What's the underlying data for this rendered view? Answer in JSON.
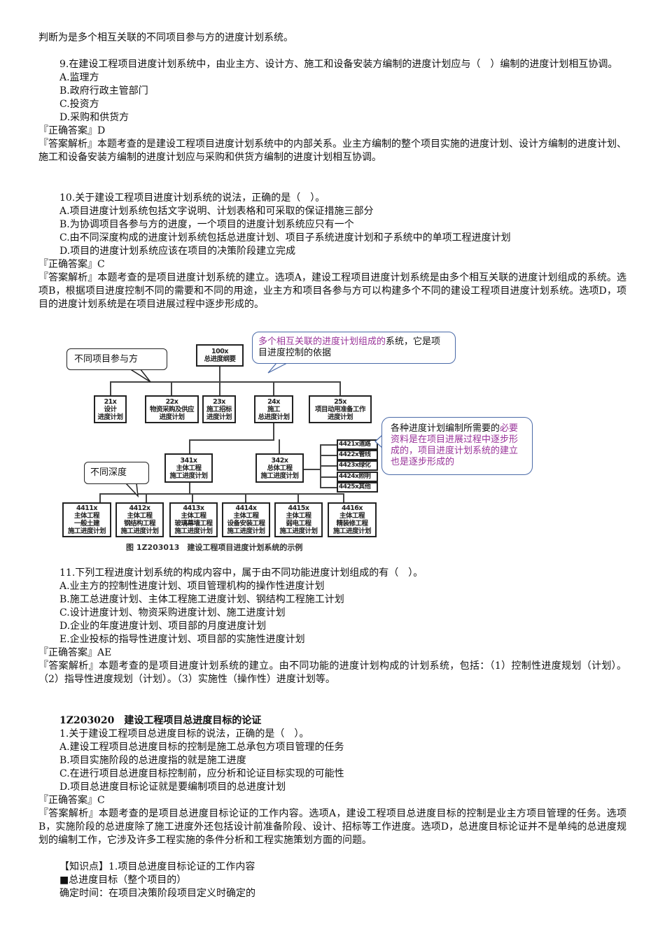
{
  "top_line": "判断为是多个相互关联的不同项目参与方的进度计划系统。",
  "q9": {
    "question": "9.在建设工程项目进度计划系统中，由业主方、设计方、施工和设备安装方编制的进度计划应与（　）编制的进度计划相互协调。",
    "options": [
      "A.监理方",
      "B.政府行政主管部门",
      "C.投资方",
      "D.采购和供货方"
    ],
    "answer": "『正确答案』D",
    "analysis": "『答案解析』本题考查的是建设工程项目进度计划系统中的内部关系。业主方编制的整个项目实施的进度计划、设计方编制的进度计划、施工和设备安装方编制的进度计划应与采购和供货方编制的进度计划相互协调。"
  },
  "q10": {
    "question": "10.关于建设工程项目进度计划系统的说法，正确的是（　）。",
    "options": [
      "A.项目进度计划系统包括文字说明、计划表格和可采取的保证措施三部分",
      "B.为协调项目各参与方的进度，一个项目的进度计划系统应只有一个",
      "C.由不同深度构成的进度计划系统包括总进度计划、项目子系统进度计划和子系统中的单项工程进度计划",
      "D.项目的进度计划系统应该在项目的决策阶段建立完成"
    ],
    "answer": "『正确答案』C",
    "analysis": "『答案解析』本题考查的是项目进度计划系统的建立。选项A，建设工程项目进度计划系统是由多个相互关联的进度计划组成的系统。选项B，根据项目进度控制不同的需要和不同的用途，业主方和项目各参与方可以构建多个不同的建设工程项目进度计划系统。选项D，项目的进度计划系统是在项目进展过程中逐步形成的。"
  },
  "diagram": {
    "callout_parties": "不同项目参与方",
    "callout_system_purple": "多个相互关联的进度计划组成的",
    "callout_system_rest": "系统，它是项目进度控制的依据",
    "callout_depth": "不同深度",
    "callout_data_black": "各种进度计划编制所需要的",
    "callout_data_purple": "必要资料是在项目进展过程中逐步形成的，项目进度计划系统的建立也是逐步形成的",
    "root": [
      "100x",
      "总进度纲要"
    ],
    "level2": [
      [
        "21x",
        "设计",
        "进度计划"
      ],
      [
        "22x",
        "物资采购及供应",
        "进度计划"
      ],
      [
        "23x",
        "施工招标",
        "进度计划"
      ],
      [
        "24x",
        "施工",
        "总进度计划"
      ],
      [
        "25x",
        "项目动用准备工作",
        "进度计划"
      ]
    ],
    "level3": [
      [
        "341x",
        "主体工程",
        "施工进度计划"
      ],
      [
        "342x",
        "总体工程",
        "施工进度计划"
      ]
    ],
    "side": [
      "4421x道路",
      "4422x管线",
      "4423x绿化",
      "4424x照明",
      "4425x其他"
    ],
    "level4": [
      [
        "4411x",
        "主体工程",
        "一般土建",
        "施工进度计划"
      ],
      [
        "4412x",
        "主体工程",
        "钢结构工程",
        "施工进度计划"
      ],
      [
        "4413x",
        "主体工程",
        "玻璃幕墙工程",
        "施工进度计划"
      ],
      [
        "4414x",
        "主体工程",
        "设备安装工程",
        "施工进度计划"
      ],
      [
        "4415x",
        "主体工程",
        "弱电工程",
        "施工进度计划"
      ],
      [
        "4416x",
        "主体工程",
        "精装修工程",
        "施工进度计划"
      ]
    ],
    "caption": "图 1Z203013　建设工程项目进度计划系统的示例"
  },
  "q11": {
    "question": "11.下列工程进度计划系统的构成内容中，属于由不同功能进度计划组成的有（　）。",
    "options": [
      "A.业主方的控制性进度计划、项目管理机构的操作性进度计划",
      "B.施工总进度计划、主体工程施工进度计划、钢结构工程施工计划",
      "C.设计进度计划、物资采购进度计划、施工进度计划",
      "D.企业的年度进度计划、项目部的月度进度计划",
      "E.企业投标的指导性进度计划、项目部的实施性进度计划"
    ],
    "answer": "『正确答案』AE",
    "analysis": "『答案解析』本题考查的是项目进度计划系统的建立。由不同功能的进度计划构成的计划系统，包括：（1）控制性进度规划（计划）。（2）指导性进度规划（计划）。（3）实施性（操作性）进度计划等。"
  },
  "section": {
    "heading": "1Z203020　建设工程项目总进度目标的论证",
    "question": "1.关于建设工程项目总进度目标的说法，正确的是（　）。",
    "options": [
      "A.建设工程项目总进度目标的控制是施工总承包方项目管理的任务",
      "B.项目实施阶段的总进度指的就是施工进度",
      "C.在进行项目总进度目标控制前，应分析和论证目标实现的可能性",
      "D.项目总进度目标论证就是要编制项目的总进度计划"
    ],
    "answer": "『正确答案』C",
    "analysis": "『答案解析』本题考查的是项目总进度目标论证的工作内容。选项A，建设工程项目总进度目标的控制是业主方项目管理的任务。选项B，实施阶段的总进度除了施工进度外还包括设计前准备阶段、设计、招标等工作进度。选项D，总进度目标论证并不是单纯的总进度规划的编制工作，它涉及许多工程实施的条件分析和工程实施策划方面的问题。",
    "knowledge": "【知识点】1.项目总进度目标论证的工作内容",
    "bullet": "■总进度目标（整个项目的）",
    "time": "确定时间：在项目决策阶段项目定义时确定的"
  }
}
